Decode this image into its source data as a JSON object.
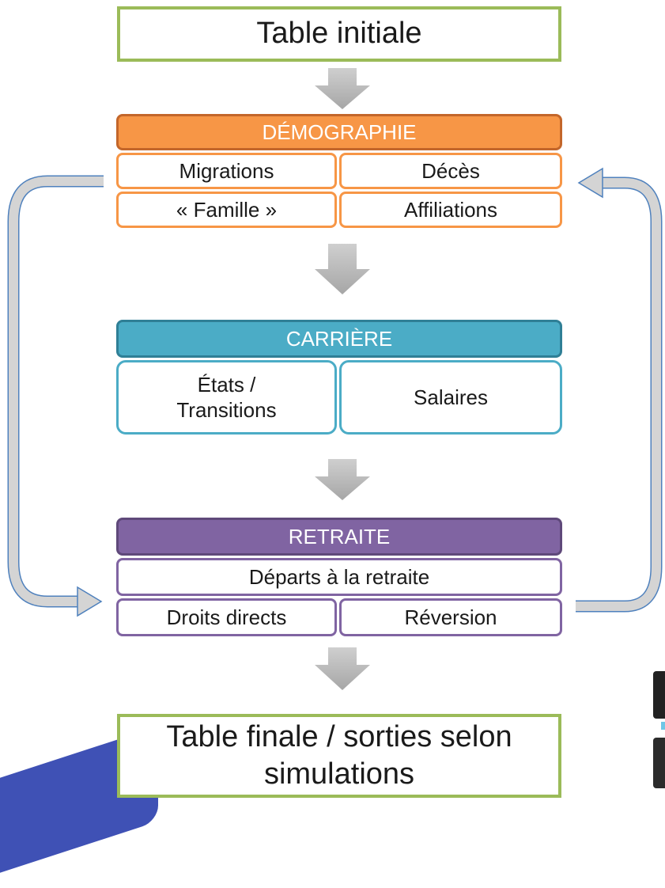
{
  "initial": {
    "label": "Table initiale"
  },
  "demographie": {
    "header": "DÉMOGRAPHIE",
    "cells": [
      "Migrations",
      "Décès",
      "« Famille »",
      "Affiliations"
    ]
  },
  "carriere": {
    "header": "CARRIÈRE",
    "cells": [
      "États / Transitions",
      "Salaires"
    ]
  },
  "retraite": {
    "header": "RETRAITE",
    "departs": "Départs à la retraite",
    "cells": [
      "Droits directs",
      "Réversion"
    ]
  },
  "final": {
    "label": "Table finale / sorties selon simulations"
  },
  "colors": {
    "green": "#9bbb59",
    "orange": "#f79646",
    "teal": "#4bacc6",
    "purple": "#8064a2",
    "arrow_gray": "#bfbfbf",
    "loop_stroke": "#4f81bd"
  }
}
